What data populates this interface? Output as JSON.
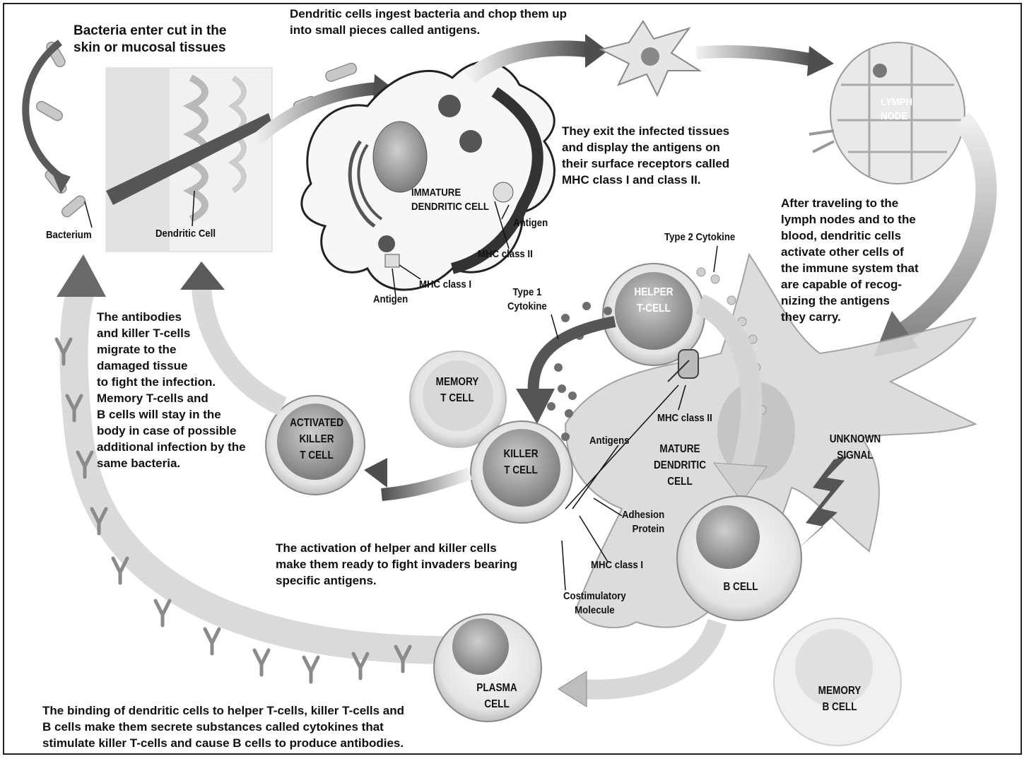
{
  "header": {
    "bacteria_title": "Bacteria enter cut in the\nskin or mucosal tissues",
    "dendritic_ingest": "Dendritic cells ingest bacteria and chop them up\ninto small pieces called antigens."
  },
  "captions": {
    "exit_tissues": "They exit the infected tissues\nand display the antigens on\ntheir surface receptors called\nMHC class I and class II.",
    "after_traveling": "After traveling to the\nlymph nodes and to the\nblood, dendritic cells\nactivate other cells of\nthe immune system that\nare capable of recog-\nnizing the antigens\nthey carry.",
    "antibodies_migrate": "The antibodies\nand killer T-cells\nmigrate to the\ndamaged tissue\nto fight the infection.\nMemory T-cells and\nB cells will stay in the\nbody in case of possible\n additional infection by the\n  same bacteria.",
    "activation": "The activation of helper and killer cells\nmake them ready to fight invaders bearing\nspecific antigens.",
    "binding": "The binding of dendritic cells to helper T-cells, killer T-cells and\nB cells make them secrete substances called cytokines that\nstimulate killer T-cells and cause B cells to produce antibodies."
  },
  "labels": {
    "bacterium": "Bacterium",
    "dendritic_cell": "Dendritic Cell",
    "immature_dc": "IMMATURE\nDENDRITIC CELL",
    "antigen_1": "Antigen",
    "antigen_2": "Antigen",
    "mhc_class_2_top": "MHC class II",
    "mhc_class_1_top": "MHC class I",
    "lymph_node": "LYMPH\nNODE",
    "type2_cytokine": "Type 2 Cytokine",
    "type1_cytokine": "Type 1\nCytokine",
    "helper_tcell": "HELPER\nT-CELL",
    "memory_tcell": "MEMORY\nT CELL",
    "activated_killer": "ACTIVATED\nKILLER\nT CELL",
    "killer_tcell": "KILLER\nT CELL",
    "antigens": "Antigens",
    "mhc_class_2_mid": "MHC class II",
    "mature_dc": "MATURE\nDENDRITIC\nCELL",
    "unknown_signal": "UNKNOWN\nSIGNAL",
    "adhesion_protein": "Adhesion\nProtein",
    "mhc_class_1_low": "MHC class I",
    "costimulatory": "Costimulatory\nMolecule",
    "b_cell": "B CELL",
    "plasma_cell": "PLASMA\nCELL",
    "memory_bcell": "MEMORY\nB CELL"
  },
  "colors": {
    "ink": "#111111",
    "arrow_dark": "#4a4a4a",
    "arrow_light": "#d9d9d9",
    "cell_fill": "#eeeeee",
    "nucleus": "#9a9a9a"
  }
}
